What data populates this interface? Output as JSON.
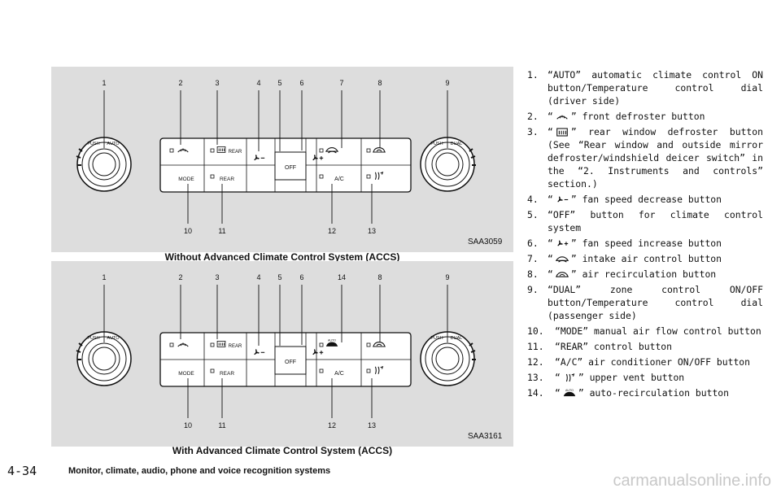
{
  "figure1": {
    "code": "SAA3059",
    "caption": "Without Advanced Climate Control System (ACCS)",
    "callouts": [
      "1",
      "2",
      "3",
      "4",
      "5",
      "6",
      "7",
      "8",
      "9",
      "10",
      "11",
      "12",
      "13"
    ],
    "labels": {
      "push": "PUSH",
      "auto": "AUTO",
      "dual": "DUAL",
      "rear": "REAR",
      "mode": "MODE",
      "rear2": "REAR",
      "off": "OFF",
      "ac": "A/C"
    }
  },
  "figure2": {
    "code": "SAA3161",
    "caption": "With Advanced Climate Control System (ACCS)",
    "callouts": [
      "1",
      "2",
      "3",
      "4",
      "5",
      "6",
      "14",
      "8",
      "9",
      "10",
      "11",
      "12",
      "13"
    ],
    "labels": {
      "push": "PUSH",
      "auto": "AUTO",
      "dual": "DUAL",
      "rear": "REAR",
      "mode": "MODE",
      "rear2": "REAR",
      "off": "OFF",
      "ac": "A/C",
      "auto_badge": "AUTO"
    }
  },
  "items": [
    {
      "num": "1.",
      "pre": "“AUTO” automatic climate control ON button/Temperature control dial (driver side)",
      "icon": null,
      "post": ""
    },
    {
      "num": "2.",
      "pre": "“",
      "icon": "front-defrost-icon",
      "post": "” front defroster button"
    },
    {
      "num": "3.",
      "pre": "“",
      "icon": "rear-defrost-icon",
      "post": "” rear window defroster button (See “Rear window and outside mirror defroster/windshield deicer switch” in the “2. Instruments and controls” section.)"
    },
    {
      "num": "4.",
      "pre": "“",
      "icon": "fan-minus-icon",
      "post": "” fan speed decrease button"
    },
    {
      "num": "5.",
      "pre": "“OFF” button for climate control system",
      "icon": null,
      "post": ""
    },
    {
      "num": "6.",
      "pre": "“",
      "icon": "fan-plus-icon",
      "post": "” fan speed increase button"
    },
    {
      "num": "7.",
      "pre": "“",
      "icon": "intake-air-icon",
      "post": "” intake air control button"
    },
    {
      "num": "8.",
      "pre": "“",
      "icon": "recirculation-icon",
      "post": "” air recirculation button"
    },
    {
      "num": "9.",
      "pre": "“DUAL” zone control ON/OFF button/Temperature control dial (passenger side)",
      "icon": null,
      "post": ""
    },
    {
      "num": "10.",
      "pre": "“MODE” manual air flow control button",
      "icon": null,
      "post": ""
    },
    {
      "num": "11.",
      "pre": "“REAR” control button",
      "icon": null,
      "post": ""
    },
    {
      "num": "12.",
      "pre": "“A/C” air conditioner ON/OFF button",
      "icon": null,
      "post": ""
    },
    {
      "num": "13.",
      "pre": "“",
      "icon": "upper-vent-icon",
      "post": "” upper vent button"
    },
    {
      "num": "14.",
      "pre": "“",
      "icon": "auto-recirculation-icon",
      "post": "” auto-recirculation button"
    }
  ],
  "footer": {
    "page": "4-34",
    "title": "Monitor, climate, audio, phone and voice recognition systems"
  },
  "watermark": "carmanualsonline.info"
}
